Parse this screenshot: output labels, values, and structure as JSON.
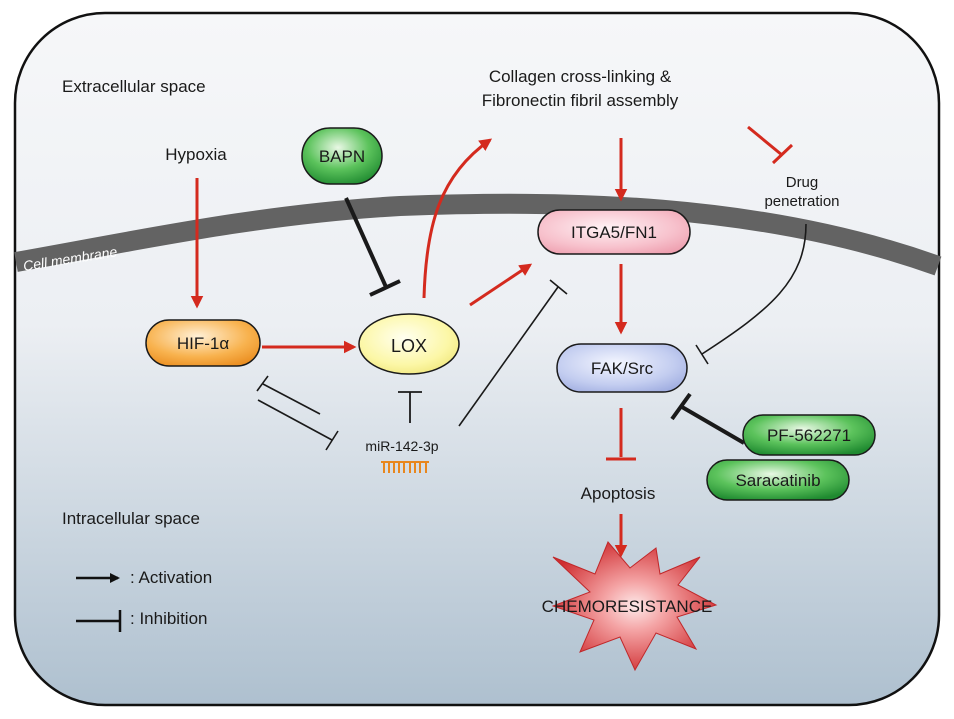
{
  "regions": {
    "extracellular": "Extracellular space",
    "intracellular": "Intracellular space",
    "membrane": "Cell membrane"
  },
  "nodes": {
    "hypoxia": "Hypoxia",
    "bapn": "BAPN",
    "hif1a": "HIF-1α",
    "lox": "LOX",
    "mir": "miR-142-3p",
    "collagen_line1": "Collagen cross-linking &",
    "collagen_line2": "Fibronectin fibril assembly",
    "itga5": "ITGA5/FN1",
    "fak": "FAK/Src",
    "drug_line1": "Drug",
    "drug_line2": "penetration",
    "pf": "PF-562271",
    "saracatinib": "Saracatinib",
    "apoptosis": "Apoptosis",
    "chemoresistance": "CHEMORESISTANCE"
  },
  "legend": {
    "activation": ": Activation",
    "inhibition": ": Inhibition"
  },
  "colors": {
    "activation_arrow": "#d42a1e",
    "inhibition_line": "#1a1a1a",
    "membrane": "#606060",
    "drug_fill": "#3dab4a",
    "hif_fill": "#f5a23c",
    "lox_fill": "#fbf59a",
    "itga_fill": "#f6b6c2",
    "fak_fill": "#b7c3ea",
    "starburst": "#d9383a"
  }
}
